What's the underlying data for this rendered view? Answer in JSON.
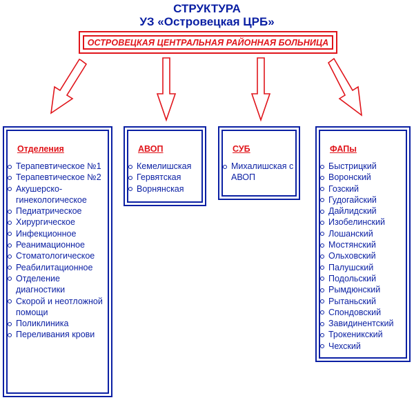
{
  "title": {
    "line1": "СТРУКТУРА",
    "line2": "УЗ «Островецкая ЦРБ»"
  },
  "hospital": {
    "label": "ОСТРОВЕЦКАЯ ЦЕНТРАЛЬНАЯ РАЙОННАЯ БОЛЬНИЦА"
  },
  "colors": {
    "accent_red": "#e0141a",
    "accent_blue": "#0a1fa3"
  },
  "departments": {
    "heading": "Отделения",
    "items": [
      "Терапевтическое №1",
      "Терапевтическое №2",
      "Акушерско-гинекологическое",
      "Педиатрическое",
      "Хирургическое",
      "Инфекционное",
      "Реанимационное",
      "Стоматологическое",
      "Реабилитационное",
      "Отделение диагностики",
      "Скорой и неотложной помощи",
      "Поликлиника",
      "Переливания крови"
    ]
  },
  "avop": {
    "heading": "АВОП",
    "items": [
      "Кемелишская",
      "Гервятская",
      "Ворнянская"
    ]
  },
  "sub": {
    "heading": "СУБ",
    "items": [
      "Михалишская с АВОП"
    ]
  },
  "faps": {
    "heading": "ФАПы",
    "items": [
      "Быстрицкий",
      "Воронский",
      "Гозский",
      "Гудогайский",
      "Дайлидский",
      "Изобелинский",
      "Лошанский",
      "Мостянский",
      "Ольховский",
      "Палушский",
      "Подольский",
      "Рымдюнский",
      "Рытаньский",
      "Спондовский",
      "Завидинентский",
      "Трокеникский",
      "Чехский"
    ]
  }
}
